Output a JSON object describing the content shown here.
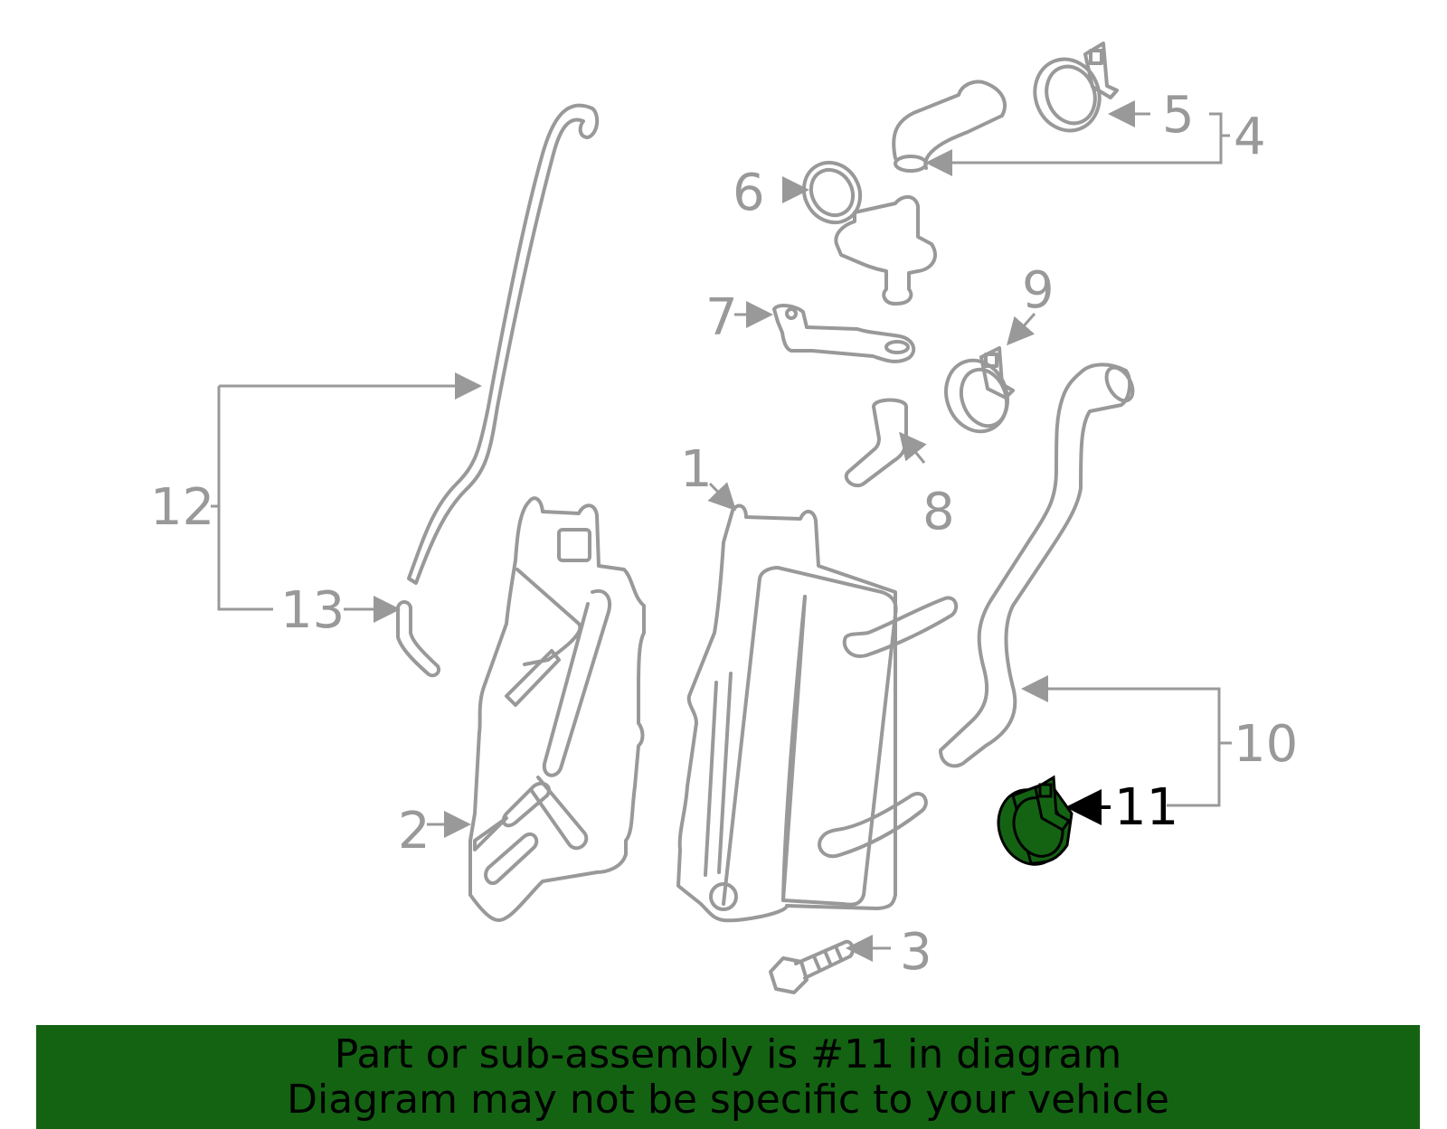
{
  "diagram": {
    "callouts": [
      "1",
      "2",
      "3",
      "4",
      "5",
      "6",
      "7",
      "8",
      "9",
      "10",
      "11",
      "12",
      "13"
    ],
    "highlighted_callout": "11",
    "highlight_color": "#146313",
    "line_color": "#999999"
  },
  "banner": {
    "line1": "Part or sub-assembly is #11 in diagram",
    "line2": "Diagram may not be specific to your vehicle",
    "background": "#146313"
  }
}
